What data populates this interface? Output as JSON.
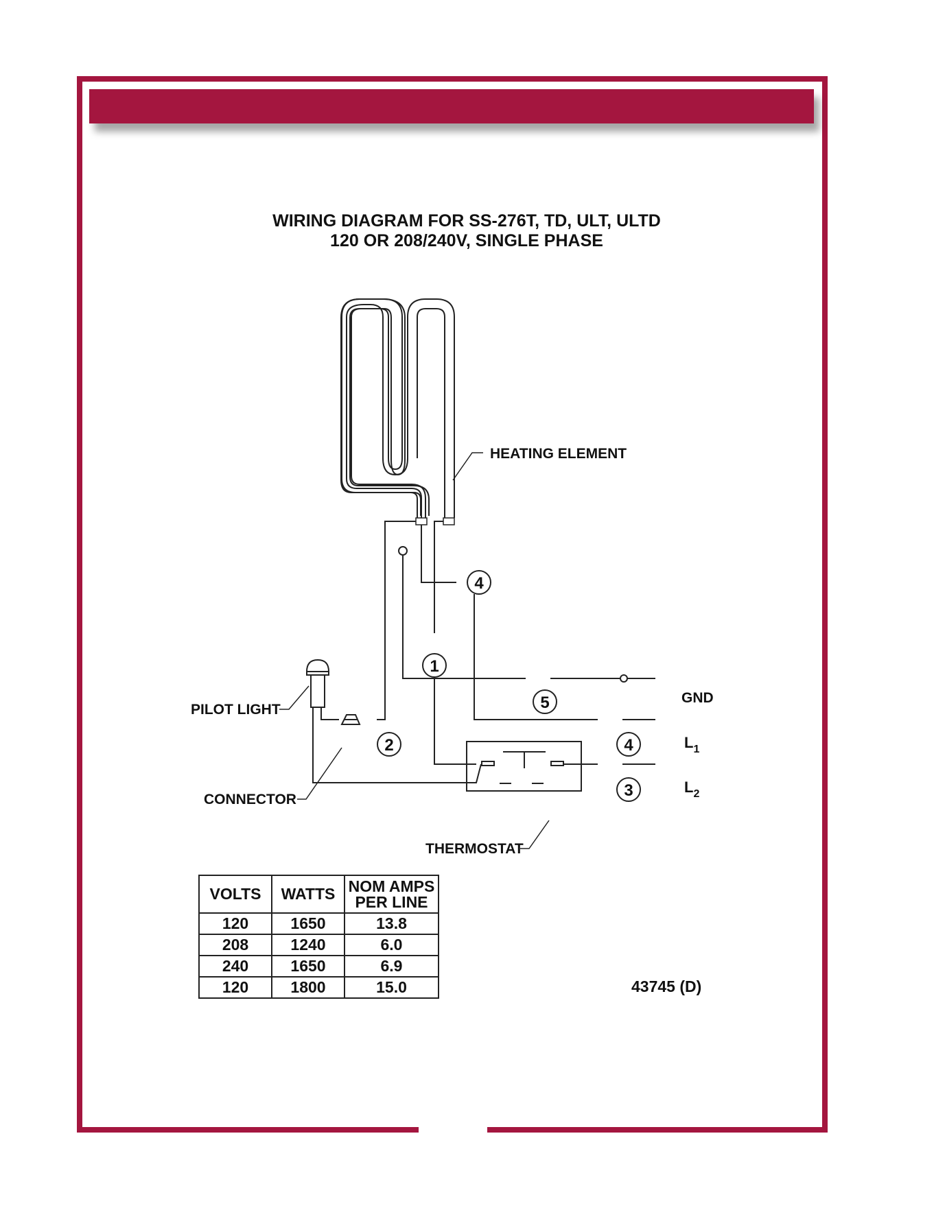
{
  "title": {
    "line1": "WIRING DIAGRAM FOR SS-276T, TD, ULT, ULTD",
    "line2": "120 OR 208/240V, SINGLE PHASE"
  },
  "labels": {
    "heating_element": "HEATING ELEMENT",
    "pilot_light": "PILOT LIGHT",
    "connector": "CONNECTOR",
    "thermostat": "THERMOSTAT",
    "gnd": "GND",
    "l1_letter": "L",
    "l1_sub": "1",
    "l2_letter": "L",
    "l2_sub": "2"
  },
  "wire_numbers": {
    "wire1": "1",
    "wire2": "2",
    "wire3": "3",
    "wire4_top": "4",
    "wire4_line": "4",
    "wire5": "5"
  },
  "table": {
    "headers": [
      "VOLTS",
      "WATTS",
      "NOM AMPS PER LINE"
    ],
    "header_amps_line1": "NOM AMPS",
    "header_amps_line2": "PER LINE",
    "rows": [
      [
        "120",
        "1650",
        "13.8"
      ],
      [
        "208",
        "1240",
        "6.0"
      ],
      [
        "240",
        "1650",
        "6.9"
      ],
      [
        "120",
        "1800",
        "15.0"
      ]
    ]
  },
  "drawing_number": "43745 (D)",
  "colors": {
    "accent": "#a4163f",
    "line": "#222222"
  }
}
